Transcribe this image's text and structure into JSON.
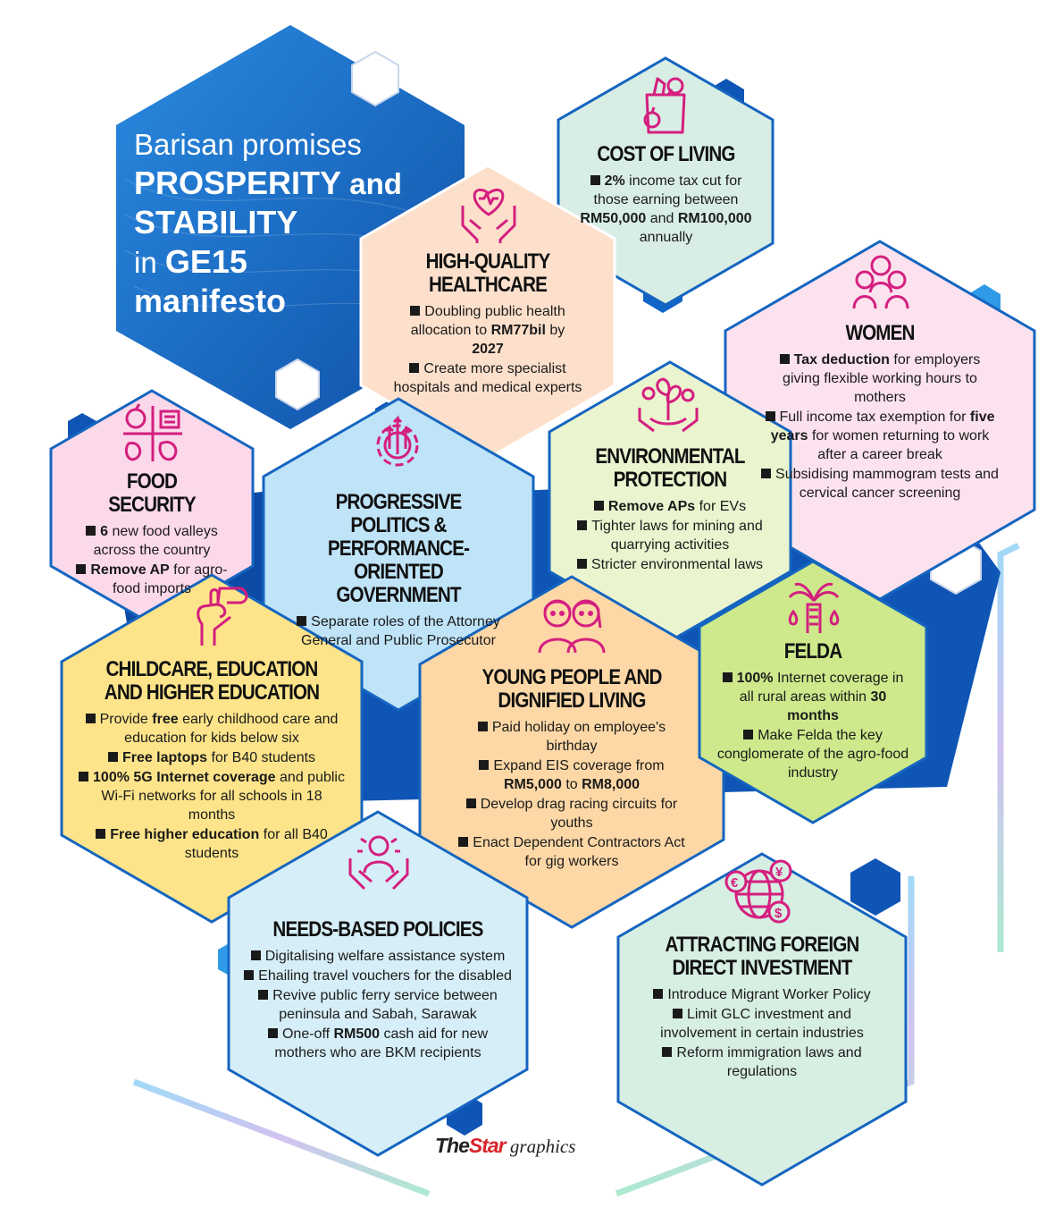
{
  "title": {
    "line1": "Barisan promises",
    "line2_bold": "PROSPERITY",
    "line2_rest": " and",
    "line3_bold": "STABILITY",
    "line4_pre": "in ",
    "line4_bold": "GE15",
    "line5_bold": "manifesto"
  },
  "credit": {
    "brand_the": "The",
    "brand_star": "Star",
    "suffix": " graphics"
  },
  "colors": {
    "accent_icon": "#d41f7f",
    "title_bg": "#1a6fc4",
    "cost_of_living": "#d8eee5",
    "healthcare": "#fde0cb",
    "women": "#fce2ee",
    "food_security": "#fbd9ea",
    "progressive_politics": "#bfe3f7",
    "environmental": "#eaf4cf",
    "childcare": "#fde48a",
    "young_people": "#fdd8a6",
    "felda": "#cde98b",
    "needs_based": "#d6eef7",
    "fdi": "#d7eee3"
  },
  "sections": {
    "cost_of_living": {
      "title": [
        "COST OF LIVING"
      ],
      "icon": "grocery-bag-icon",
      "items": [
        [
          {
            "b": "2%"
          },
          {
            "t": " income tax cut for those earning between "
          },
          {
            "b": "RM50,000"
          },
          {
            "t": " and "
          },
          {
            "b": "RM100,000"
          },
          {
            "t": " annually"
          }
        ]
      ]
    },
    "healthcare": {
      "title": [
        "HIGH-QUALITY",
        "HEALTHCARE"
      ],
      "icon": "heart-in-hands-icon",
      "items": [
        [
          {
            "t": "Doubling public health allocation to "
          },
          {
            "b": "RM77bil"
          },
          {
            "t": " by "
          },
          {
            "b": "2027"
          }
        ],
        [
          {
            "t": "Create more specialist hospitals and medical experts"
          }
        ]
      ]
    },
    "women": {
      "title": [
        "WOMEN"
      ],
      "icon": "women-group-icon",
      "items": [
        [
          {
            "b": "Tax deduction"
          },
          {
            "t": " for employers giving flexible working hours to mothers"
          }
        ],
        [
          {
            "t": "Full income tax exemption for "
          },
          {
            "b": "five years"
          },
          {
            "t": " for women returning to work after a career break"
          }
        ],
        [
          {
            "t": "Subsidising mammogram tests and cervical cancer screening"
          }
        ]
      ]
    },
    "food_security": {
      "title": [
        "FOOD SECURITY"
      ],
      "icon": "food-grid-icon",
      "items": [
        [
          {
            "b": "6"
          },
          {
            "t": " new food valleys across the country"
          }
        ],
        [
          {
            "b": "Remove AP"
          },
          {
            "t": " for agro-food imports"
          }
        ]
      ]
    },
    "progressive_politics": {
      "title": [
        "PROGRESSIVE POLITICS &",
        "PERFORMANCE-ORIENTED",
        "GOVERNMENT"
      ],
      "icon": "gear-growth-icon",
      "items": [
        [
          {
            "t": "Separate roles of the Attorney General and Public Prosecutor"
          }
        ]
      ]
    },
    "environmental": {
      "title": [
        "ENVIRONMENTAL",
        "PROTECTION"
      ],
      "icon": "plant-hands-icon",
      "items": [
        [
          {
            "b": "Remove APs"
          },
          {
            "t": " for EVs"
          }
        ],
        [
          {
            "t": "Tighter laws for mining and quarrying activities"
          }
        ],
        [
          {
            "t": "Stricter environmental laws"
          }
        ]
      ]
    },
    "childcare": {
      "title": [
        "CHILDCARE, EDUCATION",
        "AND HIGHER EDUCATION"
      ],
      "icon": "helping-hands-icon",
      "items": [
        [
          {
            "t": "Provide "
          },
          {
            "b": "free"
          },
          {
            "t": " early childhood care and education for kids below six"
          }
        ],
        [
          {
            "b": "Free laptops"
          },
          {
            "t": " for B40 students"
          }
        ],
        [
          {
            "b": "100% 5G Internet coverage"
          },
          {
            "t": " and public Wi-Fi networks for all schools in 18 months"
          }
        ],
        [
          {
            "b": "Free higher education"
          },
          {
            "t": " for all B40 students"
          }
        ]
      ]
    },
    "young_people": {
      "title": [
        "YOUNG PEOPLE AND",
        "DIGNIFIED LIVING"
      ],
      "icon": "young-couple-icon",
      "items": [
        [
          {
            "t": "Paid holiday on employee's birthday"
          }
        ],
        [
          {
            "t": "Expand EIS coverage from "
          },
          {
            "b": "RM5,000"
          },
          {
            "t": " to "
          },
          {
            "b": "RM8,000"
          }
        ],
        [
          {
            "t": "Develop drag racing circuits for youths"
          }
        ],
        [
          {
            "t": "Enact Dependent Contractors Act for gig workers"
          }
        ]
      ]
    },
    "felda": {
      "title": [
        "FELDA"
      ],
      "icon": "palm-oil-icon",
      "items": [
        [
          {
            "b": "100%"
          },
          {
            "t": " Internet coverage in all rural areas within "
          },
          {
            "b": "30 months"
          }
        ],
        [
          {
            "t": "Make Felda the key conglomerate of the agro-food industry"
          }
        ]
      ]
    },
    "needs_based": {
      "title": [
        "NEEDS-BASED POLICIES"
      ],
      "icon": "person-hands-icon",
      "items": [
        [
          {
            "t": "Digitalising welfare assistance system"
          }
        ],
        [
          {
            "t": "Ehailing travel vouchers for the disabled"
          }
        ],
        [
          {
            "t": "Revive public ferry service between peninsula and Sabah, Sarawak"
          }
        ],
        [
          {
            "t": "One-off "
          },
          {
            "b": "RM500"
          },
          {
            "t": " cash aid for new mothers who are BKM recipients"
          }
        ]
      ]
    },
    "fdi": {
      "title": [
        "ATTRACTING FOREIGN",
        "DIRECT INVESTMENT"
      ],
      "icon": "globe-currency-icon",
      "items": [
        [
          {
            "t": "Introduce Migrant Worker Policy"
          }
        ],
        [
          {
            "t": "Limit GLC investment and involvement in certain industries"
          }
        ],
        [
          {
            "t": "Reform immigration laws and regulations"
          }
        ]
      ]
    }
  }
}
